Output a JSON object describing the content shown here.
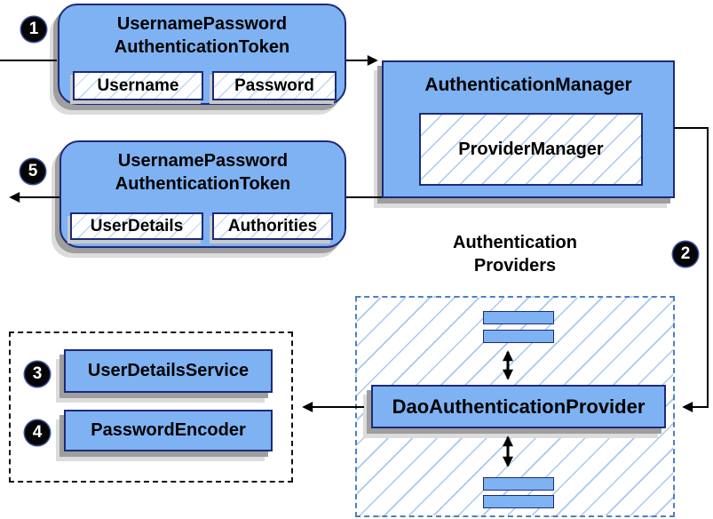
{
  "diagram": {
    "kind": "spring-security-authentication-flow"
  },
  "colors": {
    "box_fill": "#7eb2f2",
    "box_border": "#1e2a78",
    "hatch_line": "#a8c8ee",
    "dashed_border": "#4d7ec2",
    "shadow": "#9e9e9e",
    "step_circle": "#060606",
    "step_text": "#ffffff",
    "connector": "#000000"
  },
  "step_markers": {
    "s1": "1",
    "s2": "2",
    "s3": "3",
    "s4": "4",
    "s5": "5"
  },
  "token_request": {
    "title_line1": "UsernamePassword",
    "title_line2": "AuthenticationToken",
    "field1": "Username",
    "field2": "Password"
  },
  "auth_manager": {
    "title": "AuthenticationManager",
    "inner": "ProviderManager"
  },
  "token_response": {
    "title_line1": "UsernamePassword",
    "title_line2": "AuthenticationToken",
    "field1": "UserDetails",
    "field2": "Authorities"
  },
  "providers": {
    "label_line1": "Authentication",
    "label_line2": "Providers",
    "dao": "DaoAuthenticationProvider"
  },
  "services": {
    "user_details_service": "UserDetailsService",
    "password_encoder": "PasswordEncoder"
  }
}
